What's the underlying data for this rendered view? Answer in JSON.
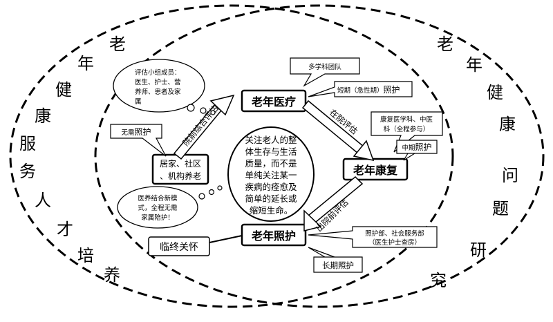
{
  "left_arc": [
    "老",
    "年",
    "健",
    "康",
    "服",
    "务",
    "人",
    "才",
    "培",
    "养"
  ],
  "right_arc": [
    "老",
    "年",
    "健",
    "康",
    "问",
    "题",
    "研",
    "究"
  ],
  "center_text": [
    "关注老人的整",
    "体生存与生活",
    "质量，而不是",
    "单纯关注某一",
    "疾病的痊愈及",
    "简单的延长或",
    "缩短生命。"
  ],
  "nodes": {
    "medical": "老年医疗",
    "rehab": "老年康复",
    "care": "老年照护",
    "home": [
      "居家、社区",
      "、机构养老"
    ],
    "terminal": "临终关怀"
  },
  "arrows": {
    "pre_admission": "院前综合评估",
    "in_hospital": "在院评估",
    "discharge": "出院前评估"
  },
  "callouts": {
    "team": "多学科团队",
    "short_term": [
      "短期（急性期）",
      "照护"
    ],
    "rehab_staff": [
      "康复医学科、中医",
      "科（全程参与）"
    ],
    "mid_term": [
      "中期",
      "照护"
    ],
    "long_term": "长期照护",
    "care_dept": [
      "照护部、社会服务部",
      "（医生护士查房）"
    ],
    "no_care": [
      "无需",
      "照护"
    ]
  },
  "clouds": {
    "assessment_team": [
      "评估小组成员：",
      "医生、护士、营",
      "养师、患者及家",
      "属"
    ],
    "integrated_model": [
      "医养结合新模",
      "式，全程无需",
      "家属陪护！"
    ]
  }
}
